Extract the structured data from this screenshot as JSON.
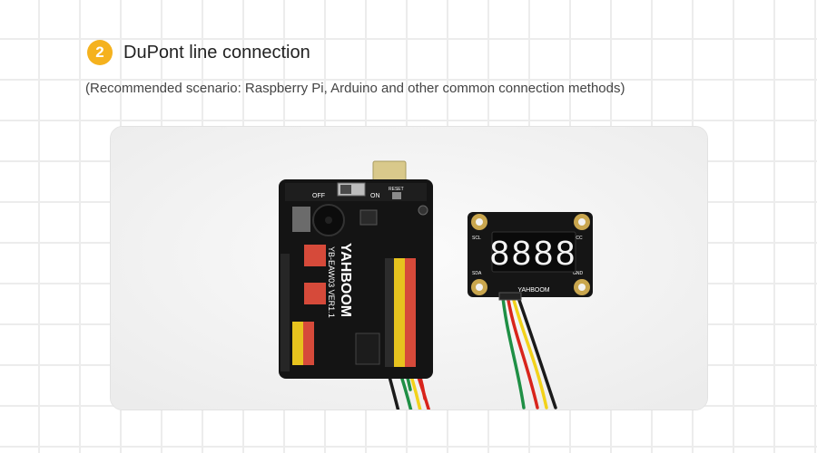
{
  "step": {
    "number": "2",
    "title": "DuPont line connection",
    "subtitle": "(Recommended scenario: Raspberry Pi, Arduino and other common connection methods)"
  },
  "photo": {
    "board_brand": "YAHBOOM",
    "board_model": "YB-EAW03 VER1.1",
    "switch_off_label": "OFF",
    "switch_on_label": "ON",
    "reset_label": "RESET",
    "display_digits": "8888",
    "module_brand": "YAHBOOM",
    "pin_vcc": "VCC",
    "pin_gnd": "GND",
    "pin_sda": "SDA",
    "pin_scl": "SCL",
    "wire_colors": {
      "red": "#d8241c",
      "yellow": "#f2d21a",
      "green": "#1f8f45",
      "black": "#1a1a1a"
    }
  }
}
